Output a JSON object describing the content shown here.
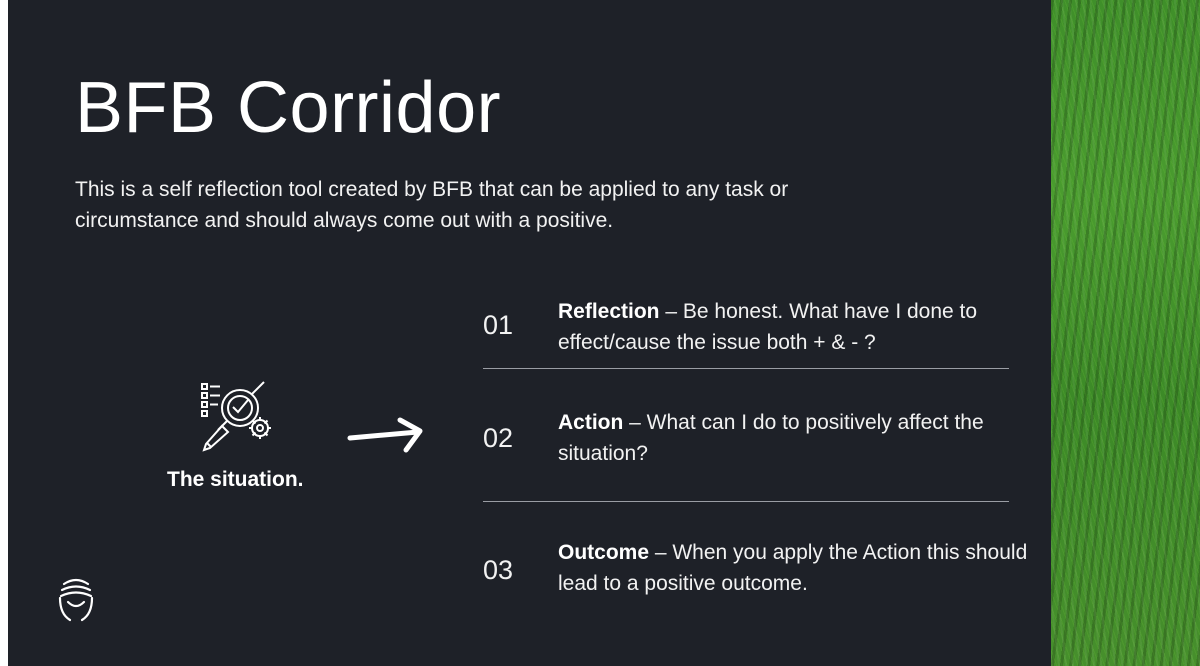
{
  "title": "BFB Corridor",
  "subtitle": "This is a self reflection tool created by BFB that can be applied to any task or circumstance and should always come out with a positive.",
  "situation": {
    "label": "The situation.",
    "icon": "checklist-magnifier-gear-icon"
  },
  "arrow_icon": "right-arrow-icon",
  "steps": [
    {
      "num": "01",
      "heading": "Reflection",
      "body": " – Be honest. What have I done to effect/cause the issue both + & - ?"
    },
    {
      "num": "02",
      "heading": "Action",
      "body": " – What can I do to positively affect the situation?"
    },
    {
      "num": "03",
      "heading": "Outcome",
      "body": " – When you apply the Action this should lead to a positive outcome."
    }
  ],
  "logo": "bfb-helmet-logo-icon",
  "colors": {
    "background": "#1e2128",
    "text": "#ffffff",
    "divider": "#9a9da4",
    "grass": "#3f8f2a"
  }
}
